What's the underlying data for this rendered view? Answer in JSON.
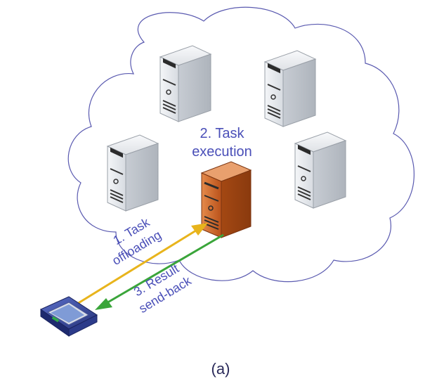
{
  "labels": {
    "task_execution_line1": "2. Task",
    "task_execution_line2": "execution",
    "offloading_line1": "1. Task",
    "offloading_line2": "offloading",
    "sendback_line1": "3. Result",
    "sendback_line2": "send-back",
    "caption": "(a)"
  },
  "colors": {
    "cloud_outline": "#5a5ab0",
    "server_body": "#e6e9ed",
    "active_server_body": "#c85a1e",
    "offload_arrow": "#e8b41c",
    "sendback_arrow": "#3aa53a",
    "text": "#4a4fb8",
    "device_body": "#2c3b8a"
  },
  "icons": {
    "server": "server-tower-icon",
    "active_server": "active-server-tower-icon",
    "device": "mobile-device-icon"
  }
}
